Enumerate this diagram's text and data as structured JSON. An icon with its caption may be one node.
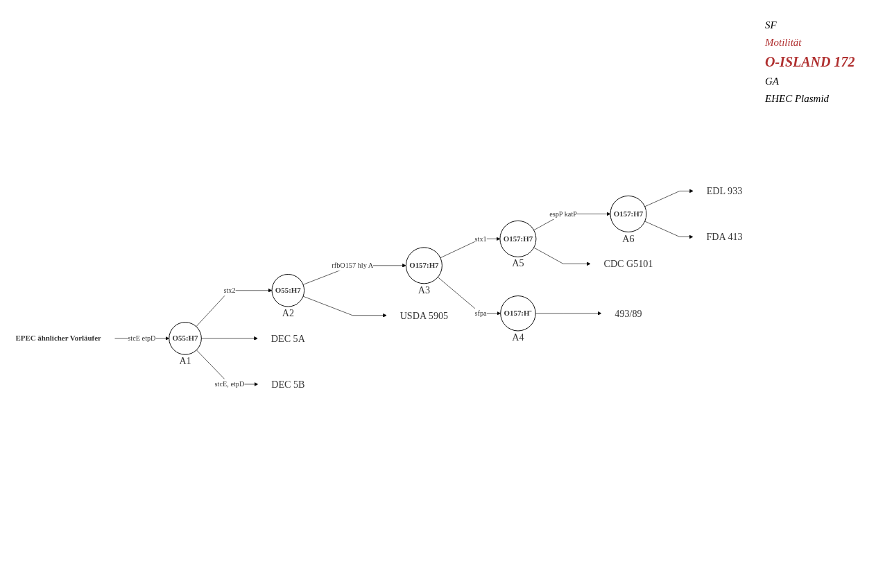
{
  "diagram": {
    "nodes": [
      {
        "text": [
          "EPEC ähnlicher Vorläufer"
        ]
      },
      {
        "text": [
          "O55:H7"
        ],
        "beside": [
          "A1"
        ]
      },
      {
        "text": [
          "O55:H7"
        ],
        "beside": [
          "A2"
        ]
      },
      {
        "text": [
          "O157:H7"
        ],
        "beside": [
          "A3"
        ]
      },
      {
        "text": [
          "O157:H⁻"
        ],
        "beside": [
          "A4"
        ]
      },
      {
        "text": [
          "O157:H7"
        ],
        "beside": [
          "A5"
        ]
      },
      {
        "text": [
          "O157:H7"
        ],
        "beside": [
          "A6"
        ]
      },
      {
        "text": [
          "EDL 933"
        ]
      },
      {
        "text": [
          "FDA 413"
        ]
      },
      {
        "text": [
          "CDC G5101"
        ]
      },
      {
        "text": [
          "DEC 5A"
        ]
      },
      {
        "text": [
          "DEC 5B"
        ]
      },
      {
        "text": [
          "USDA 5905"
        ]
      },
      {
        "text": [
          "493/89"
        ]
      }
    ],
    "edges": [
      {
        "from": 0,
        "to": 1,
        "arrow": "to",
        "label": "stcE etpD"
      },
      {
        "from": 1,
        "to": 2,
        "arrow": "to",
        "label": "stx2"
      },
      {
        "from": 2,
        "to": 3,
        "arrow": "to",
        "label": "rfbO157 hly A"
      },
      {
        "from": 3,
        "to": 5,
        "arrow": "to",
        "label": "stx1"
      },
      {
        "from": 3,
        "to": 4,
        "arrow": "to",
        "label": "sfpa"
      },
      {
        "from": 5,
        "to": 6,
        "arrow": "to",
        "label": "espP katP"
      },
      {
        "from": 6,
        "to": 7,
        "arrow": "to"
      },
      {
        "from": 6,
        "to": 8,
        "arrow": "to"
      },
      {
        "from": 5,
        "to": 9,
        "arrow": "to"
      },
      {
        "from": 1,
        "to": 10,
        "arrow": "to"
      },
      {
        "from": 1,
        "to": 11,
        "arrow": "to",
        "label": "stcE, etpD"
      },
      {
        "from": 2,
        "to": 12,
        "arrow": "to"
      },
      {
        "from": 4,
        "to": 13,
        "arrow": "to"
      }
    ],
    "labels": [
      "SF",
      "Motilität",
      "O-ISLAND 172",
      "GA",
      "EHEC Plasmid"
    ]
  }
}
